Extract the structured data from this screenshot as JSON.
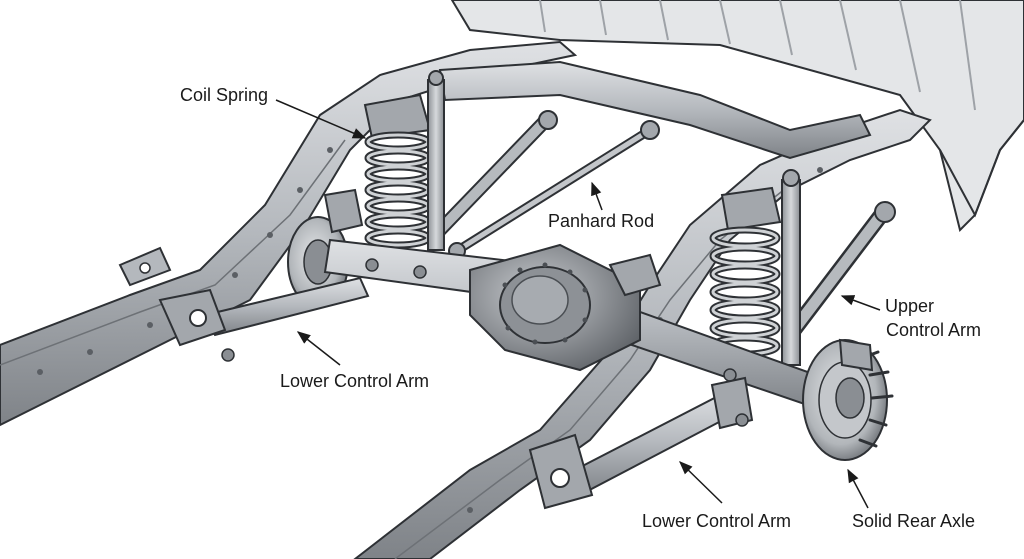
{
  "labels": {
    "coil_spring": "Coil Spring",
    "panhard_rod": "Panhard Rod",
    "upper_control_arm_line1": "Upper",
    "upper_control_arm_line2": "Control Arm",
    "lower_control_arm_left": "Lower Control Arm",
    "lower_control_arm_right": "Lower Control Arm",
    "solid_rear_axle": "Solid Rear Axle"
  },
  "colors": {
    "metal_light": "#c9ccd0",
    "metal_mid": "#a3a7ac",
    "metal_dark": "#6d7176",
    "outline": "#2e3135",
    "bed": "#e4e6e8",
    "label_text": "#1a1a1a"
  }
}
